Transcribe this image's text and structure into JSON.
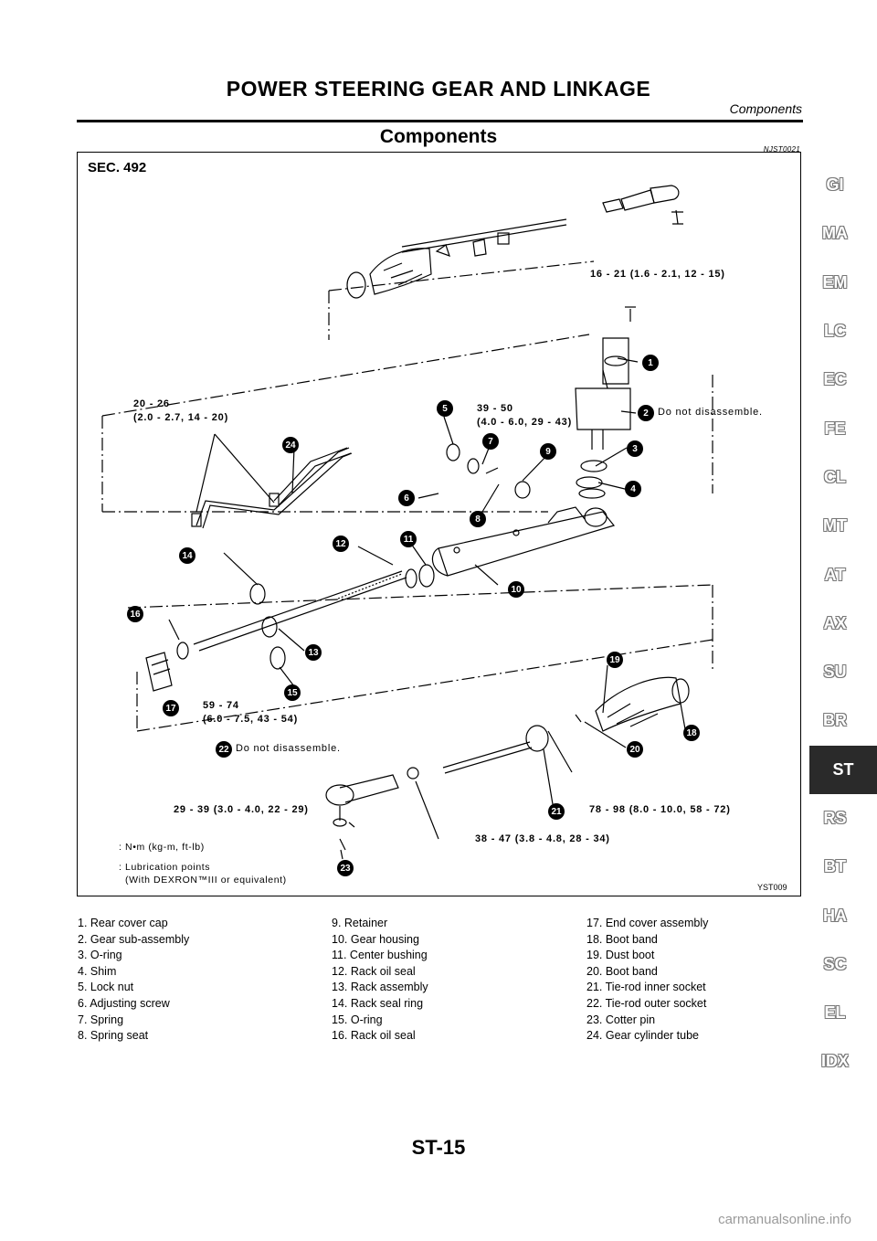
{
  "header": {
    "title": "POWER STEERING GEAR AND LINKAGE",
    "subtitle": "Components"
  },
  "section": {
    "title": "Components",
    "code": "NJST0021"
  },
  "figure": {
    "sec": "SEC. 492",
    "id": "YST009",
    "torques": {
      "t_gear_bolt": "16 - 21 (1.6 - 2.1, 12 - 15)",
      "t_tube": "20 - 26\n(2.0 - 2.7, 14 - 20)",
      "t_locknut": "39 - 50\n(4.0 - 6.0, 29 - 43)",
      "t_endcover": "59 - 74\n(6.0 - 7.5, 43 - 54)",
      "t_outer": "29 - 39 (3.0 - 4.0, 22 - 29)",
      "t_inner": "78 - 98 (8.0 - 10.0, 58 - 72)",
      "t_nut": "38 - 47 (3.8 - 4.8, 28 - 34)"
    },
    "notes": {
      "no_disassemble": "Do not disassemble."
    },
    "legend": {
      "torque_unit": ": N•m (kg-m, ft-lb)",
      "lubrication": ": Lubrication points\n  (With DEXRON™III or equivalent)"
    },
    "callouts": [
      "1",
      "2",
      "3",
      "4",
      "5",
      "6",
      "7",
      "8",
      "9",
      "10",
      "11",
      "12",
      "13",
      "14",
      "15",
      "16",
      "17",
      "18",
      "19",
      "20",
      "21",
      "22",
      "23",
      "24"
    ]
  },
  "parts": [
    [
      "1. Rear cover cap",
      "2. Gear sub-assembly",
      "3. O-ring",
      "4. Shim",
      "5. Lock nut",
      "6. Adjusting screw",
      "7. Spring",
      "8. Spring seat"
    ],
    [
      "9. Retainer",
      "10. Gear housing",
      "11. Center bushing",
      "12. Rack oil seal",
      "13. Rack assembly",
      "14. Rack seal ring",
      "15. O-ring",
      "16. Rack oil seal"
    ],
    [
      "17. End cover assembly",
      "18. Boot band",
      "19. Dust boot",
      "20. Boot band",
      "21. Tie-rod inner socket",
      "22. Tie-rod outer socket",
      "23. Cotter pin",
      "24. Gear cylinder tube"
    ]
  ],
  "tabs": [
    "GI",
    "MA",
    "EM",
    "LC",
    "EC",
    "FE",
    "CL",
    "MT",
    "AT",
    "AX",
    "SU",
    "BR",
    "ST",
    "RS",
    "BT",
    "HA",
    "SC",
    "EL",
    "IDX"
  ],
  "active_tab": "ST",
  "page_number": "ST-15",
  "watermark": "carmanualsonline.info"
}
